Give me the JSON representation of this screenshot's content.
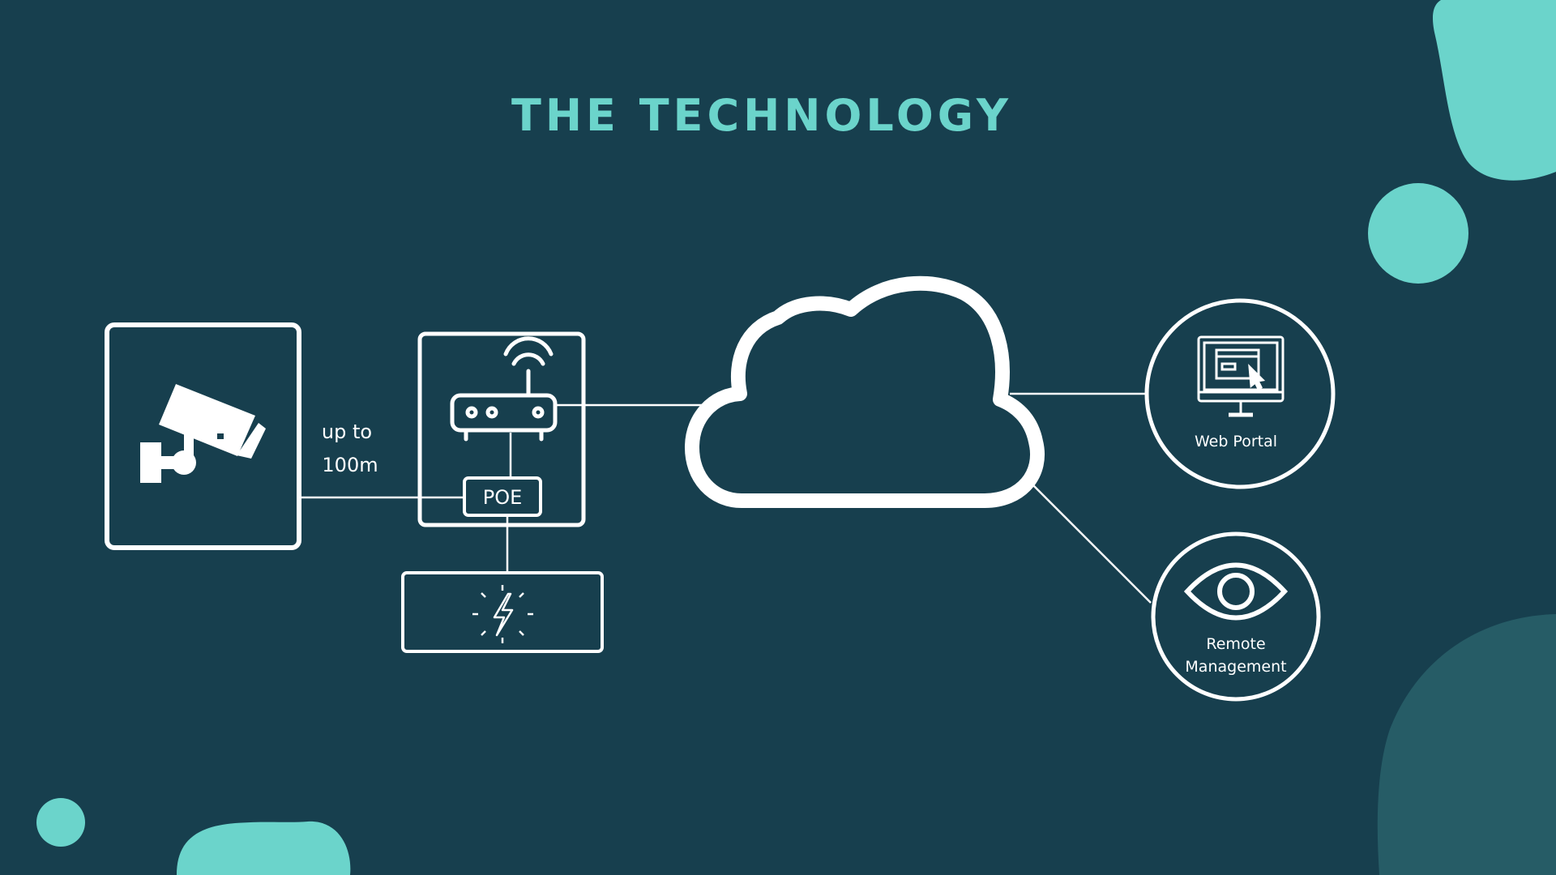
{
  "title": "THE TECHNOLOGY",
  "distance_label": {
    "line1": "up to",
    "line2": "100m"
  },
  "poe_label": "POE",
  "web_portal_label": "Web Portal",
  "remote_management_label": {
    "line1": "Remote",
    "line2": "Management"
  },
  "icons": {
    "camera": "cctv-camera-icon",
    "router": "wifi-router-icon",
    "power": "power-lightning-icon",
    "cloud": "cloud-icon",
    "monitor": "monitor-icon",
    "eye": "eye-icon"
  },
  "colors": {
    "background": "#173f4e",
    "accent": "#6bd4cb",
    "accent_dark": "#265c66",
    "line": "#ffffff"
  }
}
